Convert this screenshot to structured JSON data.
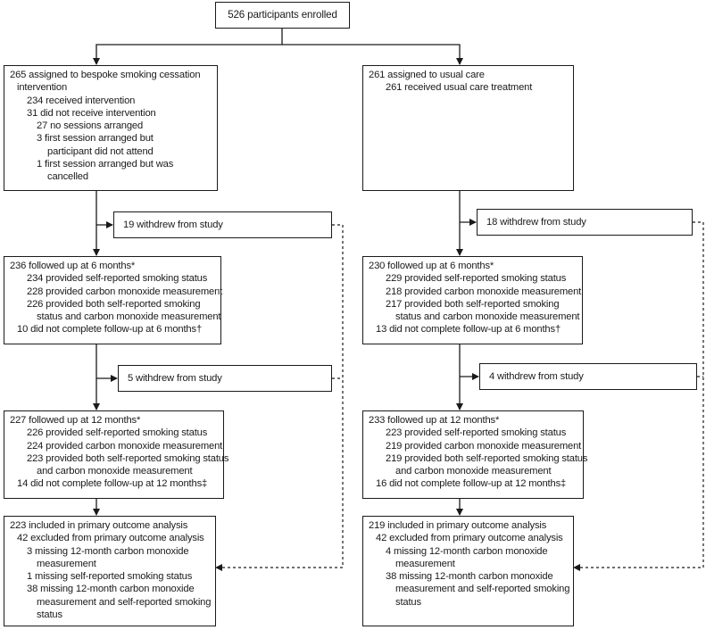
{
  "enrolled": "526 participants enrolled",
  "arms": [
    {
      "assigned": {
        "lines": [
          {
            "text": "265 assigned to bespoke smoking cessation",
            "indent": 0
          },
          {
            "text": "intervention",
            "indent": 1
          },
          {
            "text": "234 received intervention",
            "indent": 2
          },
          {
            "text": "31 did not receive intervention",
            "indent": 2
          },
          {
            "text": "27 no sessions arranged",
            "indent": 3
          },
          {
            "text": "3 first session arranged but",
            "indent": 3
          },
          {
            "text": "participant did not attend",
            "indent": 4
          },
          {
            "text": "1 first session arranged but was",
            "indent": 3
          },
          {
            "text": "cancelled",
            "indent": 4
          }
        ]
      },
      "withdraw1": "19 withdrew from study",
      "six_months": {
        "lines": [
          {
            "text": "236 followed up at 6 months*",
            "indent": 0
          },
          {
            "text": "234 provided self-reported smoking status",
            "indent": 2
          },
          {
            "text": "228 provided carbon monoxide measurement",
            "indent": 2
          },
          {
            "text": "226 provided both self-reported smoking",
            "indent": 2
          },
          {
            "text": "status and carbon monoxide measurement",
            "indent": 3
          },
          {
            "text": "10 did not complete follow-up at 6 months†",
            "indent": 1
          }
        ]
      },
      "withdraw2": "5 withdrew from study",
      "twelve_months": {
        "lines": [
          {
            "text": "227 followed up at 12 months*",
            "indent": 0
          },
          {
            "text": "226 provided self-reported smoking status",
            "indent": 2
          },
          {
            "text": "224 provided carbon monoxide measurement",
            "indent": 2
          },
          {
            "text": "223 provided both self-reported smoking status",
            "indent": 2
          },
          {
            "text": "and carbon monoxide measurement",
            "indent": 3
          },
          {
            "text": "14 did not complete follow-up at 12 months‡",
            "indent": 1
          }
        ]
      },
      "analysis": {
        "lines": [
          {
            "text": "223 included in primary outcome analysis",
            "indent": 0
          },
          {
            "text": "42 excluded from primary outcome analysis",
            "indent": 1
          },
          {
            "text": "3 missing 12-month carbon monoxide",
            "indent": 2
          },
          {
            "text": "measurement",
            "indent": 3
          },
          {
            "text": "1 missing self-reported smoking status",
            "indent": 2
          },
          {
            "text": "38 missing 12-month carbon monoxide",
            "indent": 2
          },
          {
            "text": "measurement and self-reported smoking",
            "indent": 3
          },
          {
            "text": "status",
            "indent": 3
          }
        ]
      }
    },
    {
      "assigned": {
        "lines": [
          {
            "text": "261 assigned to usual care",
            "indent": 0
          },
          {
            "text": "261 received usual care treatment",
            "indent": 2
          }
        ]
      },
      "withdraw1": "18 withdrew from study",
      "six_months": {
        "lines": [
          {
            "text": "230 followed up at 6 months*",
            "indent": 0
          },
          {
            "text": "229 provided self-reported smoking status",
            "indent": 2
          },
          {
            "text": "218 provided carbon monoxide measurement",
            "indent": 2
          },
          {
            "text": "217 provided both self-reported smoking",
            "indent": 2
          },
          {
            "text": "status and carbon monoxide measurement",
            "indent": 3
          },
          {
            "text": "13 did not complete follow-up at 6 months†",
            "indent": 1
          }
        ]
      },
      "withdraw2": "4 withdrew from study",
      "twelve_months": {
        "lines": [
          {
            "text": "233 followed up at 12 months*",
            "indent": 0
          },
          {
            "text": "223 provided self-reported smoking status",
            "indent": 2
          },
          {
            "text": "219 provided carbon monoxide measurement",
            "indent": 2
          },
          {
            "text": "219 provided both self-reported smoking status",
            "indent": 2
          },
          {
            "text": "and carbon monoxide measurement",
            "indent": 3
          },
          {
            "text": "16 did not complete follow-up at 12 months‡",
            "indent": 1
          }
        ]
      },
      "analysis": {
        "lines": [
          {
            "text": "219 included in primary outcome analysis",
            "indent": 0
          },
          {
            "text": "42 excluded from primary outcome analysis",
            "indent": 1
          },
          {
            "text": "4 missing 12-month carbon monoxide",
            "indent": 2
          },
          {
            "text": "measurement",
            "indent": 3
          },
          {
            "text": "38 missing 12-month carbon monoxide",
            "indent": 2
          },
          {
            "text": "measurement and self-reported smoking",
            "indent": 3
          },
          {
            "text": "status",
            "indent": 3
          }
        ]
      }
    }
  ]
}
